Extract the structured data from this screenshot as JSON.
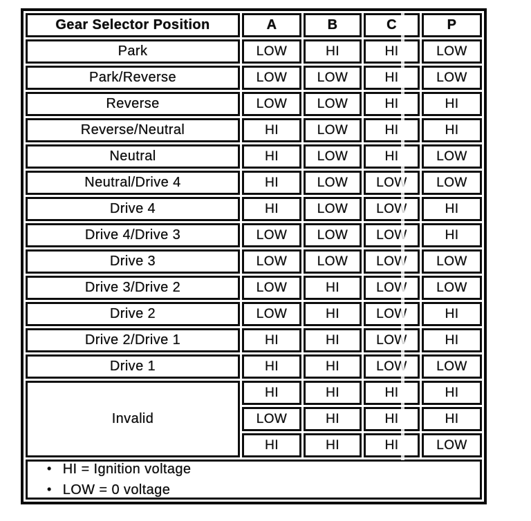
{
  "table": {
    "header": {
      "gear_label": "Gear Selector Position",
      "columns": [
        "A",
        "B",
        "C",
        "P"
      ]
    },
    "rows": [
      {
        "position": "Park",
        "values": [
          "LOW",
          "HI",
          "HI",
          "LOW"
        ]
      },
      {
        "position": "Park/Reverse",
        "values": [
          "LOW",
          "LOW",
          "HI",
          "LOW"
        ]
      },
      {
        "position": "Reverse",
        "values": [
          "LOW",
          "LOW",
          "HI",
          "HI"
        ]
      },
      {
        "position": "Reverse/Neutral",
        "values": [
          "HI",
          "LOW",
          "HI",
          "HI"
        ]
      },
      {
        "position": "Neutral",
        "values": [
          "HI",
          "LOW",
          "HI",
          "LOW"
        ]
      },
      {
        "position": "Neutral/Drive 4",
        "values": [
          "HI",
          "LOW",
          "LOW",
          "LOW"
        ]
      },
      {
        "position": "Drive 4",
        "values": [
          "HI",
          "LOW",
          "LOW",
          "HI"
        ]
      },
      {
        "position": "Drive 4/Drive 3",
        "values": [
          "LOW",
          "LOW",
          "LOW",
          "HI"
        ]
      },
      {
        "position": "Drive 3",
        "values": [
          "LOW",
          "LOW",
          "LOW",
          "LOW"
        ]
      },
      {
        "position": "Drive 3/Drive 2",
        "values": [
          "LOW",
          "HI",
          "LOW",
          "LOW"
        ]
      },
      {
        "position": "Drive 2",
        "values": [
          "LOW",
          "HI",
          "LOW",
          "HI"
        ]
      },
      {
        "position": "Drive 2/Drive 1",
        "values": [
          "HI",
          "HI",
          "LOW",
          "HI"
        ]
      },
      {
        "position": "Drive 1",
        "values": [
          "HI",
          "HI",
          "LOW",
          "LOW"
        ]
      }
    ],
    "invalid_group": {
      "position": "Invalid",
      "rows": [
        [
          "HI",
          "HI",
          "HI",
          "HI"
        ],
        [
          "LOW",
          "HI",
          "HI",
          "HI"
        ],
        [
          "HI",
          "HI",
          "HI",
          "LOW"
        ]
      ]
    },
    "footnotes": [
      "HI = Ignition voltage",
      "LOW = 0 voltage"
    ]
  },
  "icons": {
    "bullet": "•"
  },
  "colors": {
    "ink": "#0d0d0d",
    "paper": "#ffffff"
  }
}
